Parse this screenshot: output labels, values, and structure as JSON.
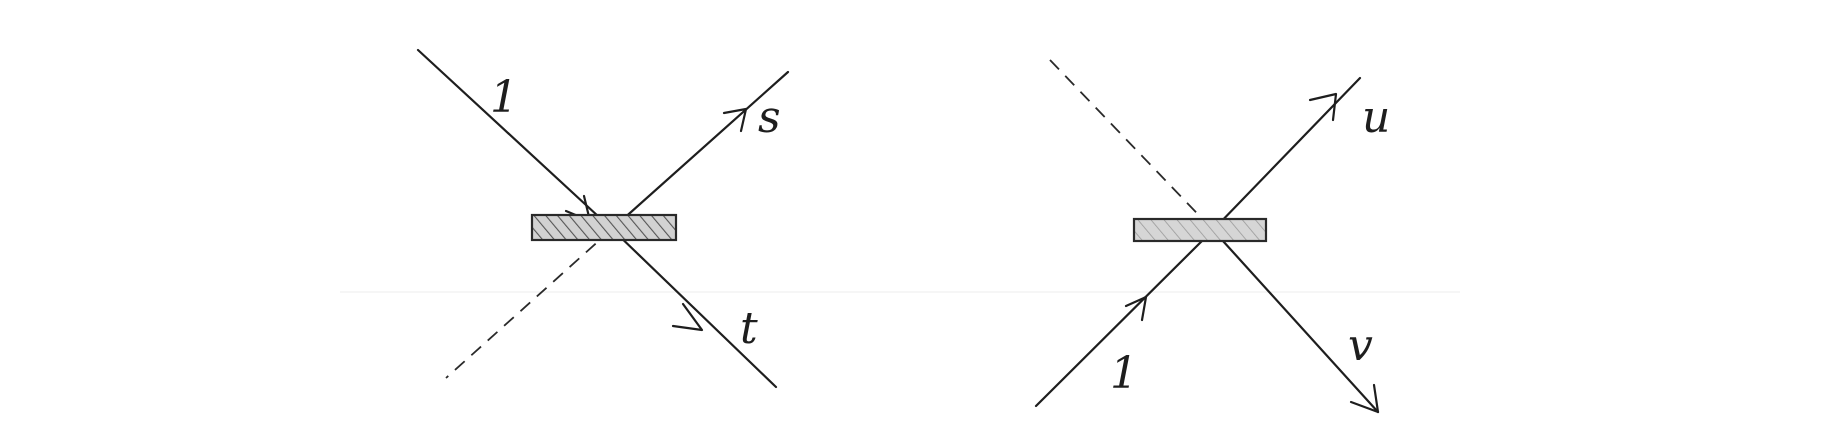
{
  "diagram": {
    "left": {
      "input_label": "1",
      "reflected_label": "s",
      "transmitted_label": "t"
    },
    "right": {
      "input_label": "1",
      "reflected_label": "u",
      "transmitted_label": "v"
    }
  },
  "colors": {
    "ink": "#1e1e1e",
    "splitter_fill": "#c8c8c8",
    "background": "#ffffff"
  }
}
